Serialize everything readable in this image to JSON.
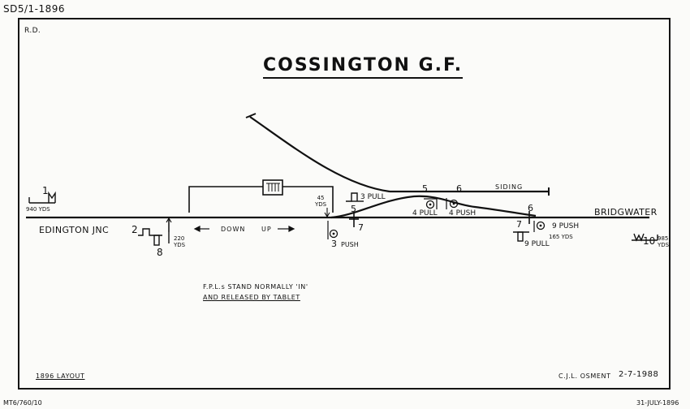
{
  "header": {
    "drawing_ref": "SD5/1-1896",
    "rd": "R.D.",
    "title": "COSSINGTON G.F."
  },
  "labels": {
    "left_station": "EDINGTON JNC",
    "right_station": "BRIDGWATER",
    "down": "DOWN",
    "up": "UP",
    "siding": "SIDING"
  },
  "signals": {
    "sig1_number": "1",
    "sig1_distance": "940 YDS",
    "sig10_number": "10",
    "sig10_distance": "985\nYDS",
    "sig2_number": "2",
    "sig8_number": "8",
    "sig28_distance": "220\nYDS"
  },
  "levers": {
    "lever3_pull": "3 PULL",
    "lever45_distance": "45\nYDS",
    "lever5_left": "5",
    "lever7_left": "7",
    "lever3_push_num": "3",
    "lever3_push_text": "PUSH",
    "lever4_pull": "4 PULL",
    "lever4_push": "4 PUSH",
    "lever5_top": "5",
    "lever6_top": "6",
    "lever6_right": "6",
    "lever7_right": "7",
    "lever9_push": "9 PUSH",
    "lever165_distance": "165 YDS",
    "lever9_pull": "9 PULL"
  },
  "notes": {
    "line1": "F.P.L.s STAND NORMALLY 'IN'",
    "line2": "AND RELEASED BY TABLET"
  },
  "footer": {
    "layout": "1896 LAYOUT",
    "author": "C.J.L. OSMENT",
    "date": "2-7-1988",
    "mt_ref": "MT6/760/10",
    "date_stamp": "31-JULY-1896"
  }
}
